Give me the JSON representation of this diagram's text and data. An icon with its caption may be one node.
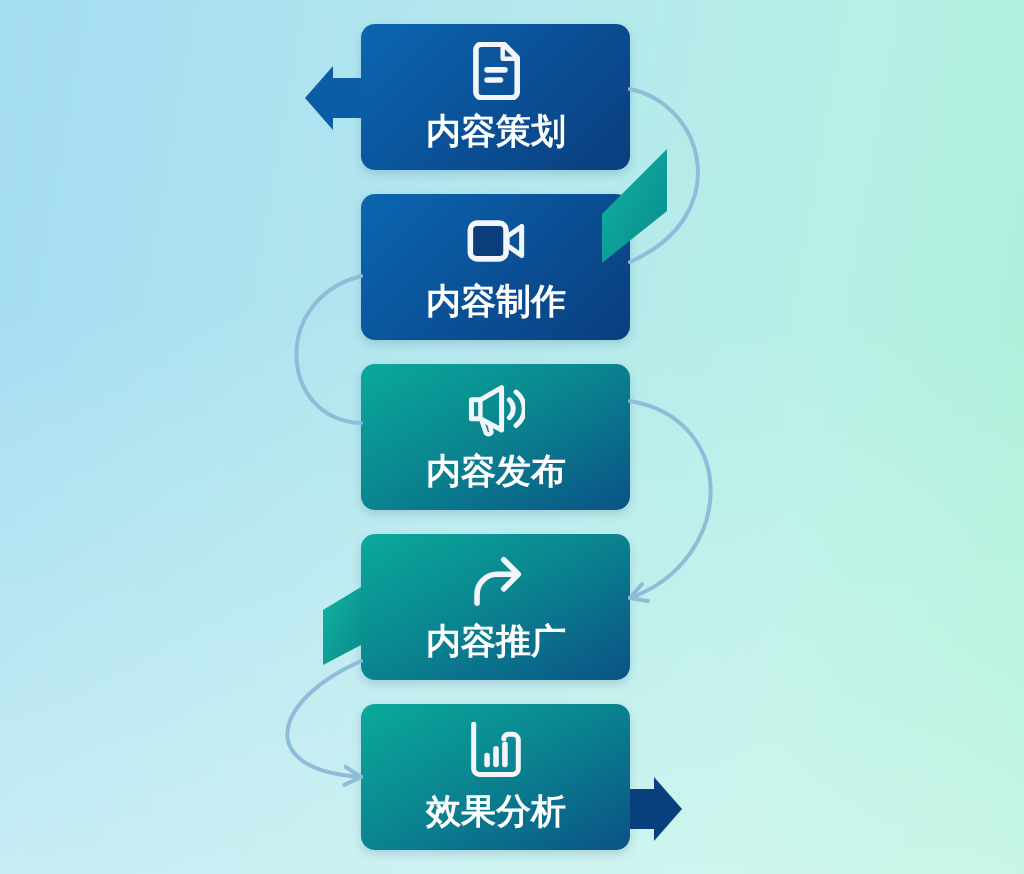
{
  "diagram": {
    "nodes": [
      {
        "text": [
          "内容策划"
        ]
      },
      {
        "text": [
          "内容制作"
        ]
      },
      {
        "text": [
          "内容发布"
        ]
      },
      {
        "text": [
          "内容推广"
        ]
      },
      {
        "text": [
          "效果分析"
        ]
      },
      {
        "text": [],
        "shape": "parallelogram"
      },
      {
        "text": [],
        "shape": "parallelogram"
      }
    ],
    "edges": [
      {
        "from": 0,
        "to": 1,
        "arrow": "none"
      },
      {
        "from": 1,
        "to": 2,
        "arrow": "none"
      },
      {
        "from": 2,
        "to": 3,
        "arrow": "to"
      },
      {
        "from": 3,
        "to": 4,
        "arrow": "to"
      },
      {
        "from": 0,
        "to": null,
        "arrow": "to",
        "style": "thick",
        "color": "#0b5ea6"
      },
      {
        "from": 4,
        "to": null,
        "arrow": "to",
        "style": "thick",
        "color": "#0a3f7e"
      }
    ]
  }
}
